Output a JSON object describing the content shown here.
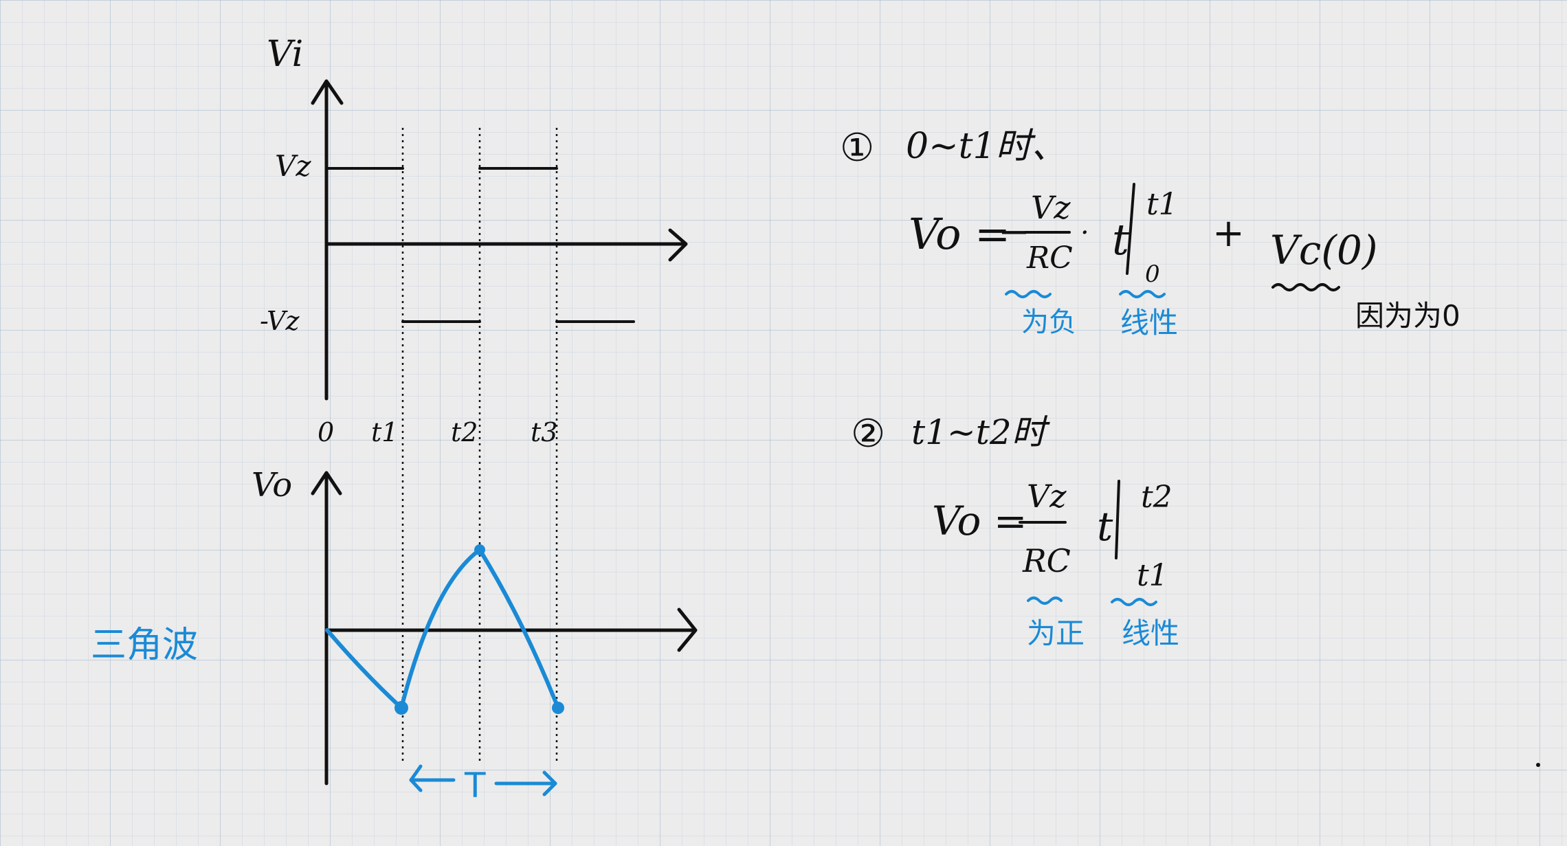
{
  "colors": {
    "ink": "#111111",
    "accent": "#1a8ad6",
    "paper": "#ececec",
    "grid": "#a8bccd"
  },
  "top_graph": {
    "y_axis_label": "Vi",
    "high_level_label": "Vz",
    "low_level_label": "-Vz",
    "time_ticks": [
      "0",
      "t1",
      "t2",
      "t3"
    ]
  },
  "bottom_graph": {
    "y_axis_label": "Vo",
    "waveform_label": "三角波",
    "period_label": "T"
  },
  "step1": {
    "marker": "①",
    "interval": "0~t1时、",
    "lhs": "Vo =",
    "minus": "−",
    "numerator": "Vz",
    "denominator": "RC",
    "dot": "·",
    "variable": "t",
    "upper_limit": "t1",
    "lower_limit": "0",
    "plus": "+",
    "initial_term": "Vc(0)",
    "note_sign": "为负",
    "note_linear": "线性",
    "note_initial": "因为为0"
  },
  "step2": {
    "marker": "②",
    "interval": "t1~t2时",
    "lhs": "Vo =",
    "numerator": "Vz",
    "denominator": "RC",
    "variable": "t",
    "upper_limit": "t2",
    "lower_limit": "t1",
    "note_sign": "为正",
    "note_linear": "线性"
  }
}
